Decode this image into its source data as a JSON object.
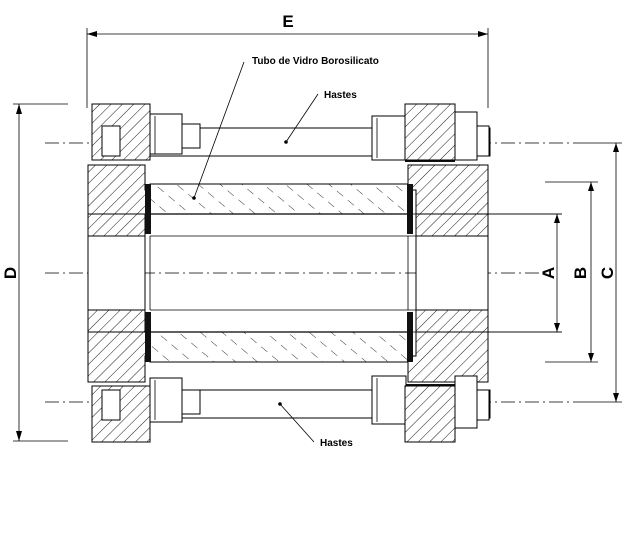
{
  "labels": {
    "tube": "Tubo de Vidro Borosilicato",
    "rods_top": "Hastes",
    "rods_bottom": "Hastes"
  },
  "dimensions": {
    "A": "A",
    "B": "B",
    "C": "C",
    "D": "D",
    "E": "E"
  },
  "colors": {
    "line": "#000000",
    "background": "#ffffff",
    "seal": "#111111"
  }
}
